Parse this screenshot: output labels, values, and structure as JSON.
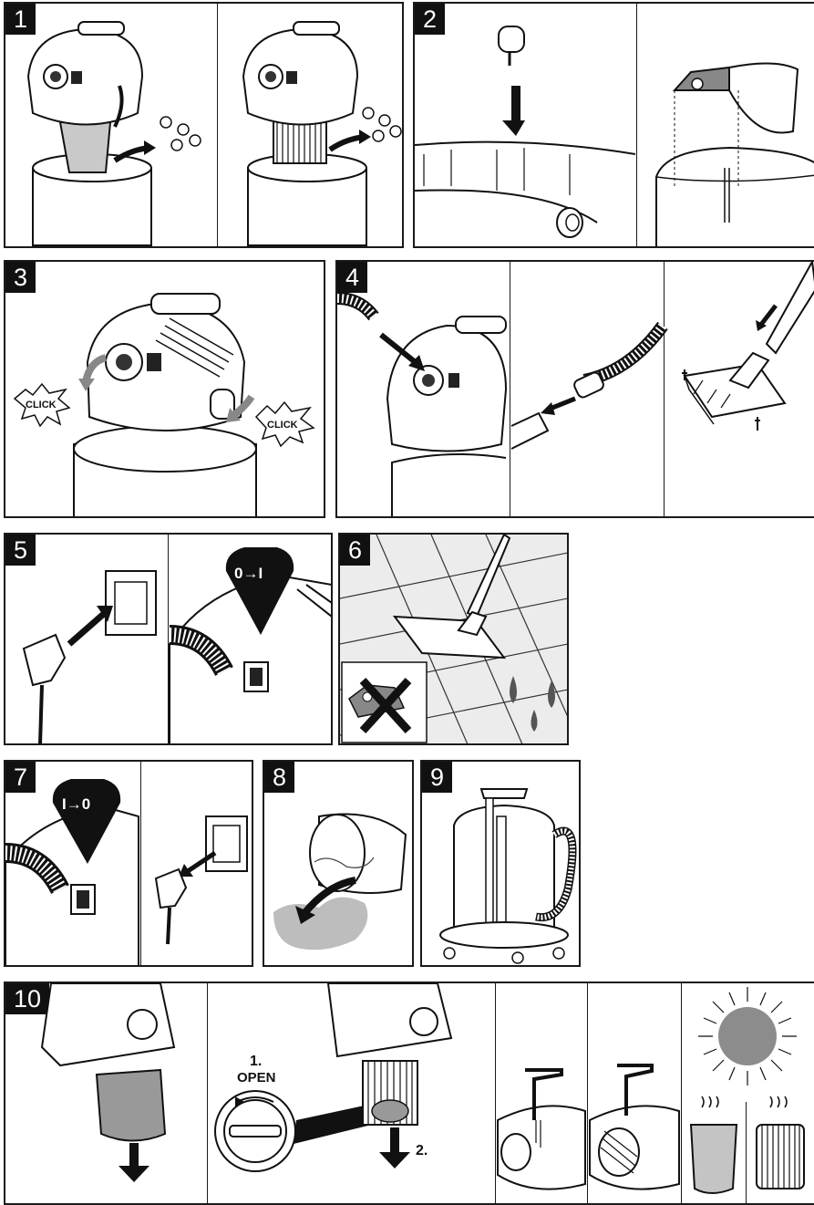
{
  "steps": [
    {
      "number": "1"
    },
    {
      "number": "2"
    },
    {
      "number": "3",
      "click_left": "CLICK",
      "click_right": "CLICK"
    },
    {
      "number": "4"
    },
    {
      "number": "5",
      "switch_label": "0→I"
    },
    {
      "number": "6"
    },
    {
      "number": "7",
      "switch_label": "I→0"
    },
    {
      "number": "8"
    },
    {
      "number": "9"
    },
    {
      "number": "10",
      "open_step": "1.",
      "open_word": "OPEN",
      "remove_step": "2."
    }
  ],
  "colors": {
    "ink": "#111111",
    "grey_fill": "#9a9a9a",
    "light_grey": "#d9d9d9",
    "floor": "#ececec"
  },
  "icons": [
    "vacuum-icon",
    "castor-wheel-icon",
    "filter-bag-icon",
    "cartridge-filter-icon",
    "arrow-icon",
    "plug-icon",
    "wall-socket-icon",
    "floor-nozzle-icon",
    "water-drop-icon",
    "cross-icon",
    "sun-icon",
    "tap-icon"
  ]
}
